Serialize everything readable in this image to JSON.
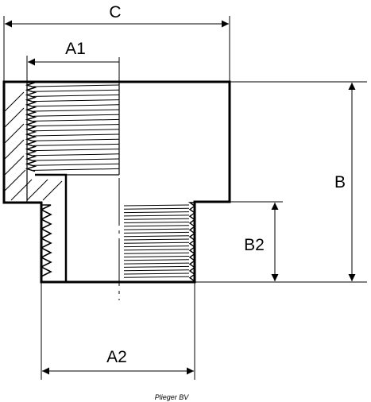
{
  "diagram": {
    "line_color": "#000000",
    "background_color": "#ffffff",
    "dimensions": {
      "c": "C",
      "a1": "A1",
      "b": "B",
      "b2": "B2",
      "a2": "A2"
    },
    "credit": "Plieger BV"
  }
}
